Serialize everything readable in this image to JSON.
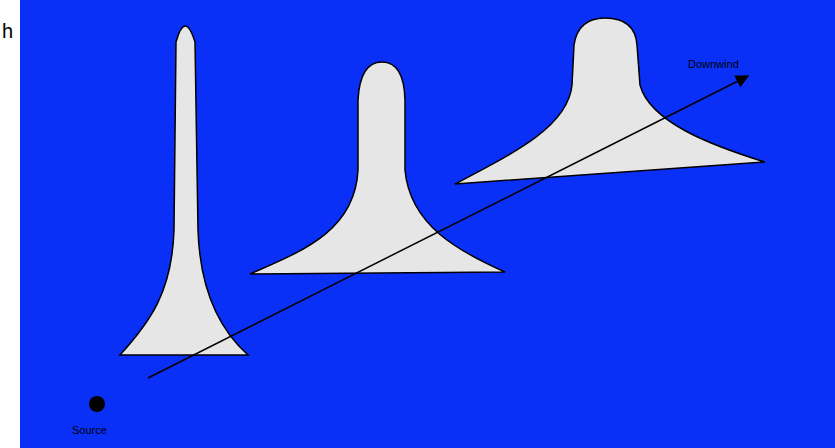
{
  "diagram": {
    "labels": [
      "h",
      "Downwind",
      "Source"
    ]
  }
}
